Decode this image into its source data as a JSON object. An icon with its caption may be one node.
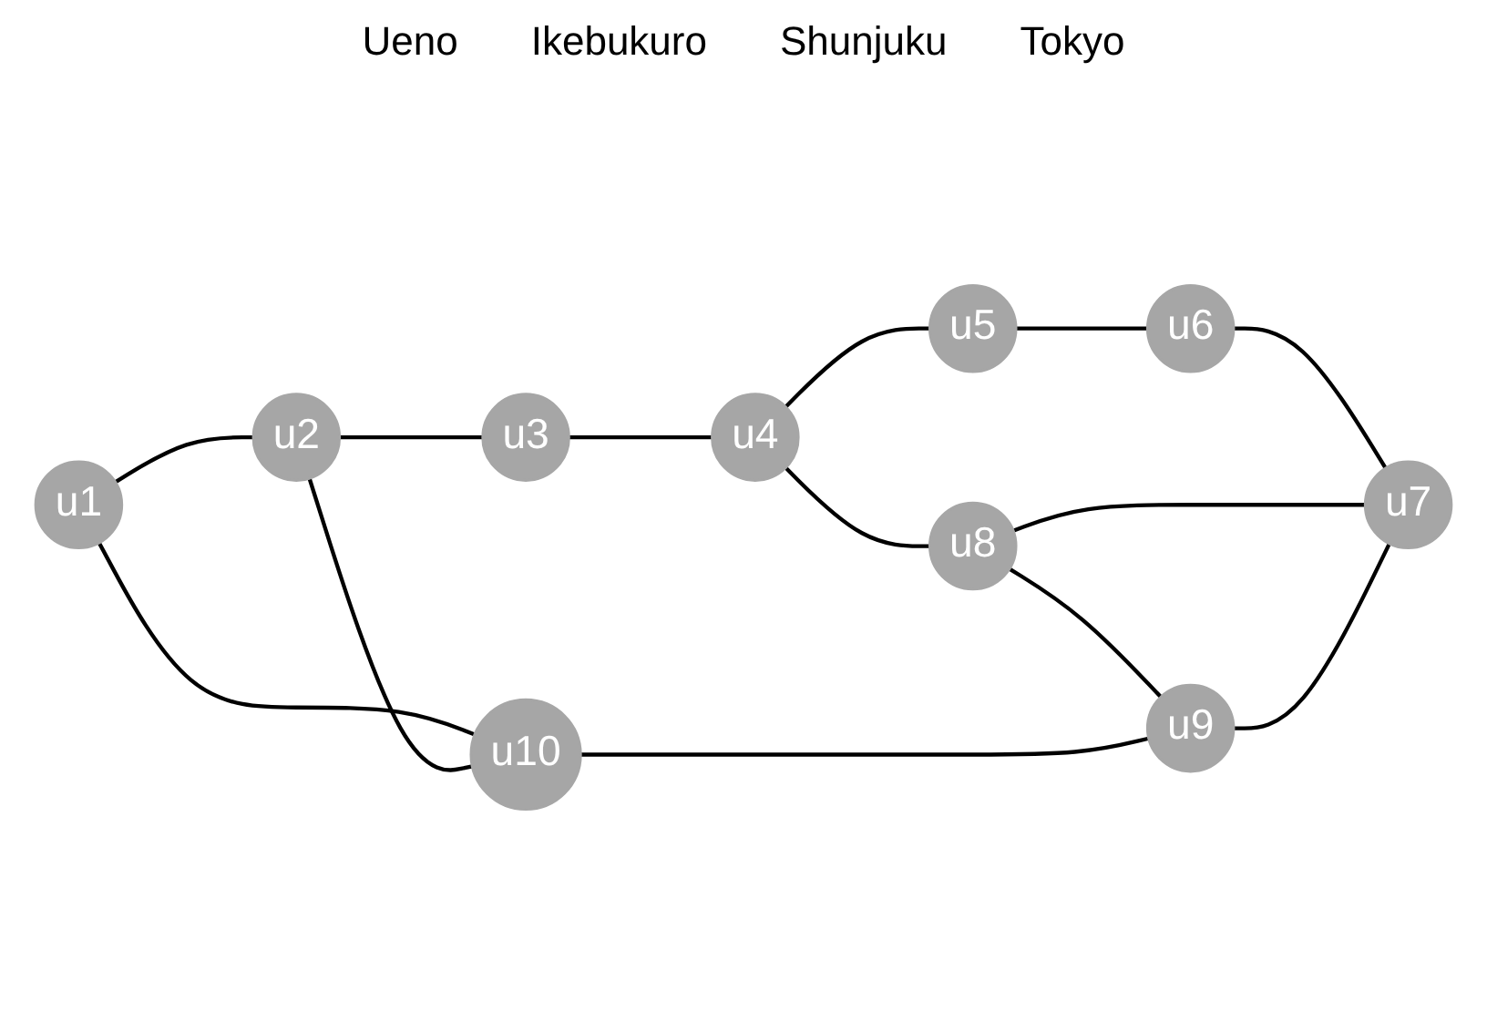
{
  "diagram": {
    "nodes": [
      {
        "text": [
          "u1"
        ]
      },
      {
        "text": [
          "u2"
        ]
      },
      {
        "text": [
          "u3"
        ]
      },
      {
        "text": [
          "u4"
        ]
      },
      {
        "text": [
          "u5"
        ]
      },
      {
        "text": [
          "u6"
        ]
      },
      {
        "text": [
          "u7"
        ]
      },
      {
        "text": [
          "u8"
        ]
      },
      {
        "text": [
          "u9"
        ]
      },
      {
        "text": [
          "u10"
        ]
      }
    ],
    "edges": [
      {
        "from": 0,
        "to": 1,
        "arrow": "none"
      },
      {
        "from": 0,
        "to": 9,
        "arrow": "none"
      },
      {
        "from": 1,
        "to": 9,
        "arrow": "none"
      },
      {
        "from": 1,
        "to": 2,
        "arrow": "none"
      },
      {
        "from": 2,
        "to": 3,
        "arrow": "none"
      },
      {
        "from": 3,
        "to": 7,
        "arrow": "none"
      },
      {
        "from": 3,
        "to": 4,
        "arrow": "none"
      },
      {
        "from": 4,
        "to": 5,
        "arrow": "none"
      },
      {
        "from": 5,
        "to": 6,
        "arrow": "none"
      },
      {
        "from": 7,
        "to": 6,
        "arrow": "none"
      },
      {
        "from": 8,
        "to": 6,
        "arrow": "none"
      },
      {
        "from": 7,
        "to": 8,
        "arrow": "none"
      },
      {
        "from": 9,
        "to": 8,
        "arrow": "none"
      }
    ],
    "labels": [
      "Ueno",
      "Ikebukuro",
      "Shunjuku",
      "Tokyo"
    ]
  }
}
